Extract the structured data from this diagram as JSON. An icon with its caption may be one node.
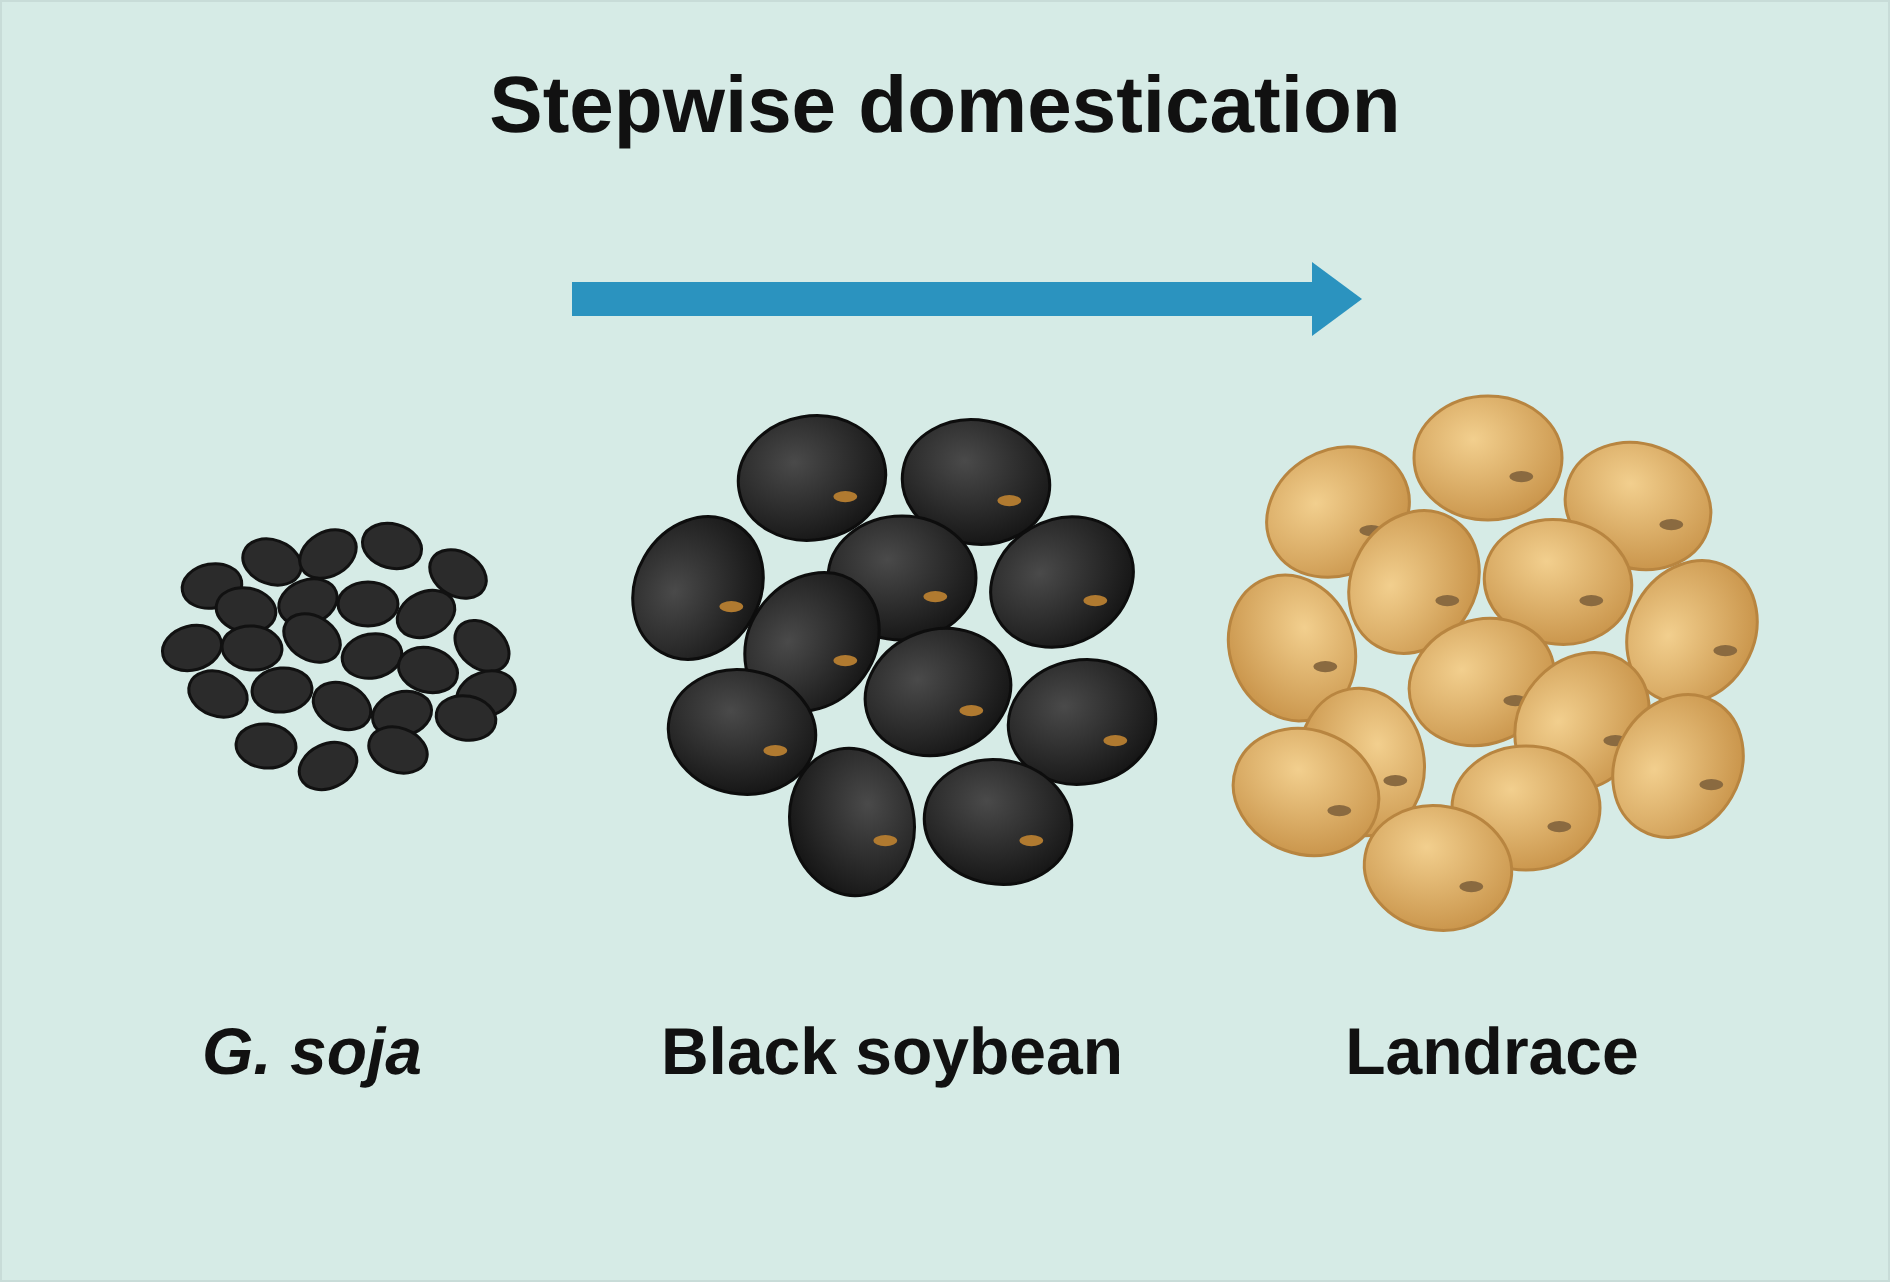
{
  "diagram": {
    "title": "Stepwise domestication",
    "labels": [
      "G. soja",
      "Black soybean",
      "Landrace"
    ]
  }
}
